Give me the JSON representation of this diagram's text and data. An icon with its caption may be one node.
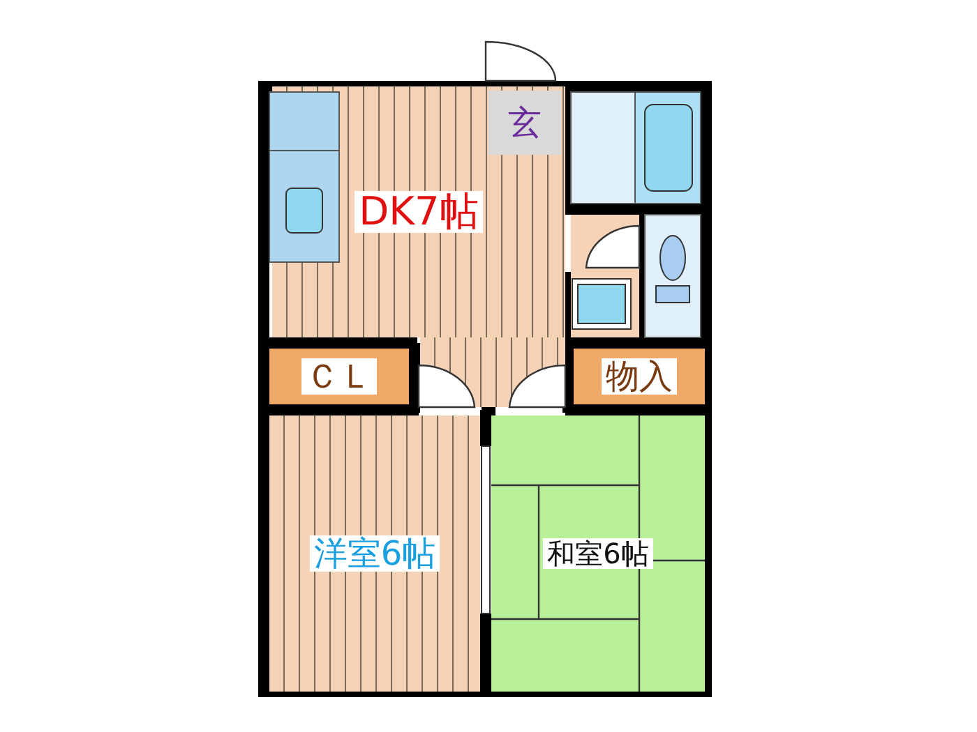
{
  "diagram": {
    "nodes": [
      {
        "text": [
          "DK7帖"
        ]
      },
      {
        "text": [
          "玄"
        ],
        "in": 0
      },
      {
        "text": [
          "ＣＬ"
        ]
      },
      {
        "text": [
          "物入"
        ]
      },
      {
        "text": [
          "洋室6帖"
        ]
      },
      {
        "text": [
          "和室6帖"
        ]
      }
    ]
  }
}
